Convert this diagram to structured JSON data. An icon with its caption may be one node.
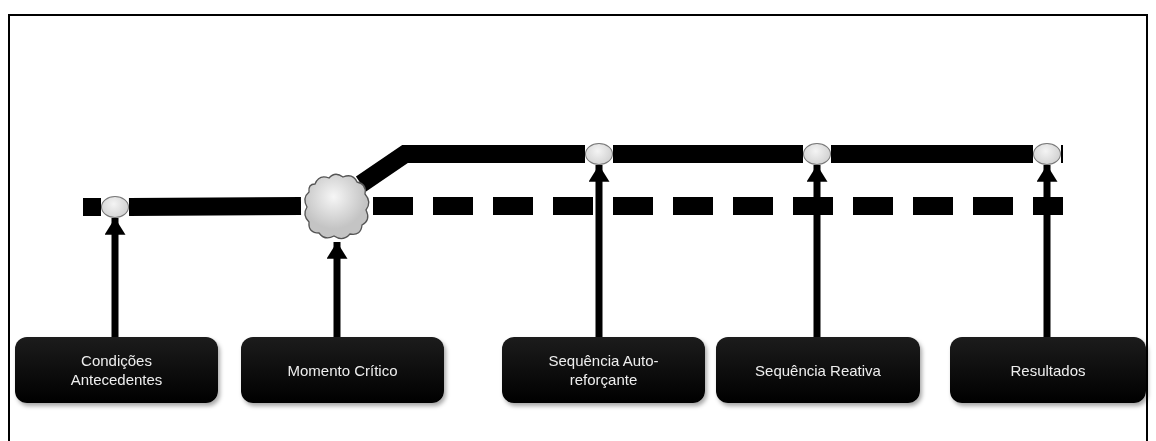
{
  "diagram": {
    "nodes": [
      {
        "text": [
          "Condições Antecedentes"
        ]
      },
      {
        "text": [
          "Momento Crítico"
        ]
      },
      {
        "text": [
          "Sequência Auto-reforçante"
        ]
      },
      {
        "text": [
          "Sequência Reativa"
        ]
      },
      {
        "text": [
          "Resultados"
        ]
      },
      {
        "text": [],
        "shape": "circle"
      },
      {
        "text": [],
        "shape": "cloud"
      },
      {
        "text": [],
        "shape": "circle"
      },
      {
        "text": [],
        "shape": "circle"
      },
      {
        "text": [],
        "shape": "circle"
      }
    ],
    "edges": [
      {
        "from": 0,
        "to": 5,
        "arrow": "to"
      },
      {
        "from": 1,
        "to": 6,
        "arrow": "to"
      },
      {
        "from": 2,
        "to": 7,
        "arrow": "to"
      },
      {
        "from": 3,
        "to": 8,
        "arrow": "to"
      },
      {
        "from": 4,
        "to": 9,
        "arrow": "to"
      },
      {
        "from": 5,
        "to": 6,
        "arrow": "none",
        "style": "thick"
      },
      {
        "from": 6,
        "to": 7,
        "arrow": "none",
        "style": "thick"
      },
      {
        "from": 7,
        "to": 8,
        "arrow": "none",
        "style": "thick"
      },
      {
        "from": 8,
        "to": 9,
        "arrow": "none",
        "style": "thick"
      },
      {
        "from": 6,
        "to": null,
        "arrow": "none",
        "style": "dashed"
      }
    ]
  }
}
